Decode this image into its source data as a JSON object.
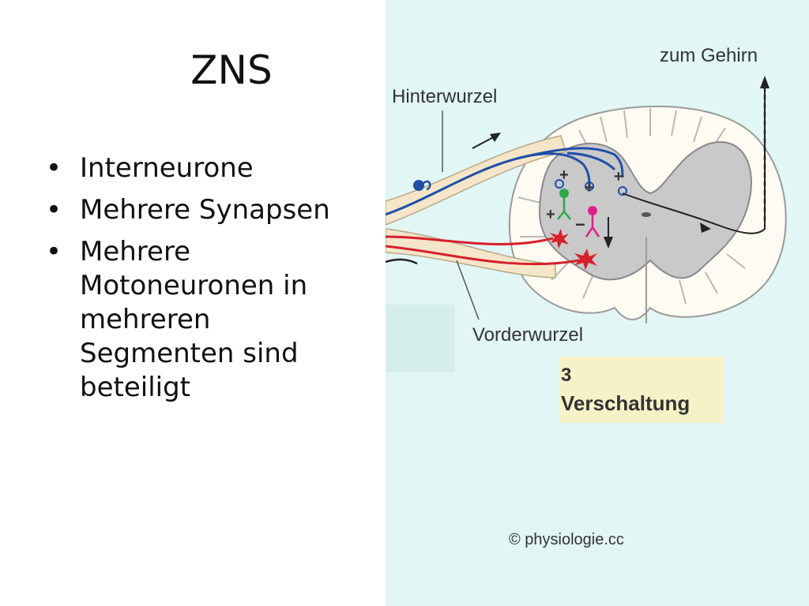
{
  "slide": {
    "title": "ZNS",
    "bullets": [
      "Interneurone",
      "Mehrere Synapsen",
      "Mehrere Motoneuronen in mehreren Segmenten sind beteiligt"
    ]
  },
  "figure": {
    "label_top": "zum Gehirn",
    "label_dorsal_root": "Hinterwurzel",
    "label_ventral_root": "Vorderwurzel",
    "caption_number": "3",
    "caption_text": "Verschaltung",
    "copyright": "© physiologie.cc",
    "synapse_plus": "+",
    "synapse_minus": "−"
  }
}
